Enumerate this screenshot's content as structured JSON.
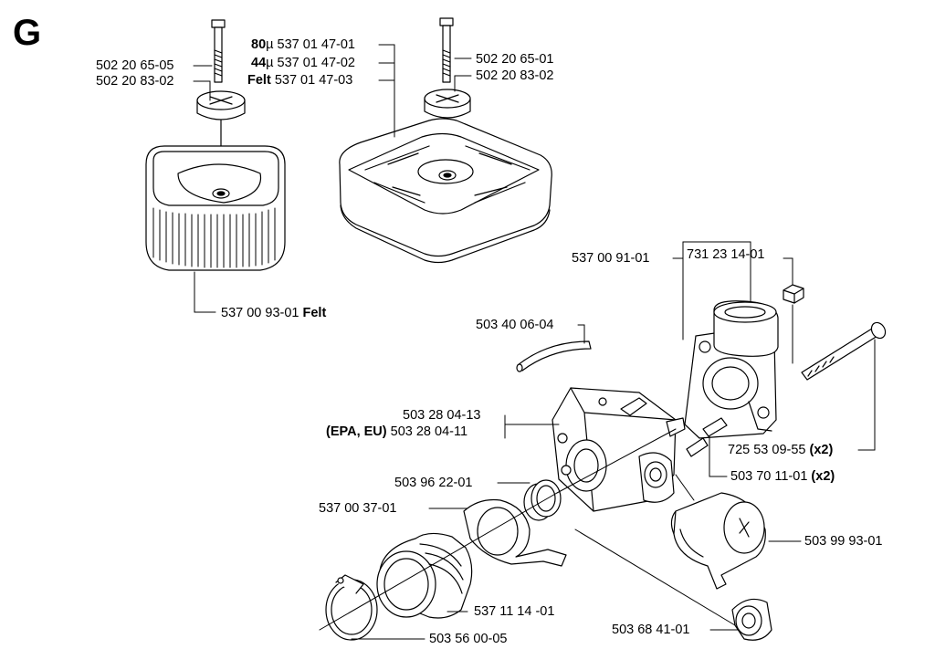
{
  "section": "G",
  "labels": {
    "screw_left": "502 20 65-05",
    "cap_left": "502 20 83-02",
    "filter_80_prefix": "80",
    "filter_80_unit": "µ",
    "filter_80_num": "537 01 47-01",
    "filter_44_prefix": "44",
    "filter_44_unit": "µ",
    "filter_44_num": "537 01 47-02",
    "filter_felt_prefix": "Felt",
    "filter_felt_num": "537 01 47-03",
    "screw_right": "502 20 65-01",
    "cap_right": "502 20 83-02",
    "filter_left_num": "537 00 93-01",
    "filter_left_suffix": "Felt",
    "intake_part": "537 00 91-01",
    "nut": "731 23 14-01",
    "hose": "503 40 06-04",
    "carb": "503 28 04-13",
    "carb_epa_prefix": "(EPA, EU)",
    "carb_epa_num": "503 28 04-11",
    "bolt_num": "725 53 09-55",
    "bolt_qty": "(x2)",
    "spacer_num": "503 70 11-01",
    "spacer_qty": "(x2)",
    "gasket_ring": "503 96 22-01",
    "clamp": "537 00 37-01",
    "boot_part": "503 99 93-01",
    "intake_boot": "537 11 14 -01",
    "choke": "503 68 41-01",
    "hose_clamp": "503 56 00-05"
  }
}
